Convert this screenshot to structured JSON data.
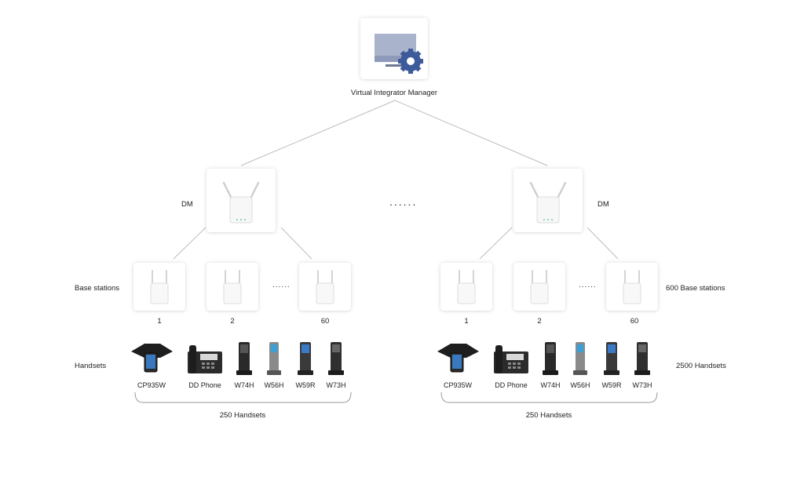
{
  "top": {
    "label": "Virtual Integrator Manager",
    "icon": "monitor-gear-icon"
  },
  "dm": {
    "label_left": "DM",
    "label_right": "DM",
    "ellipsis": "......"
  },
  "rows": {
    "base_stations_label": "Base stations",
    "base_stations_total_label": "600 Base stations",
    "handsets_label": "Handsets",
    "handsets_total_label": "2500 Handsets"
  },
  "left_group": {
    "base_numbers": [
      "1",
      "2",
      "60"
    ],
    "base_ellipsis": "......",
    "devices": [
      "CP935W",
      "DD Phone",
      "W74H",
      "W56H",
      "W59R",
      "W73H"
    ],
    "bracket_label": "250 Handsets"
  },
  "right_group": {
    "base_numbers": [
      "1",
      "2",
      "60"
    ],
    "base_ellipsis": "......",
    "devices": [
      "CP935W",
      "DD Phone",
      "W74H",
      "W56H",
      "W59R",
      "W73H"
    ],
    "bracket_label": "250 Handsets"
  },
  "colors": {
    "line": "#bdbdbd",
    "gear": "#3d5a9a",
    "monitor": "#a9b3cc"
  }
}
